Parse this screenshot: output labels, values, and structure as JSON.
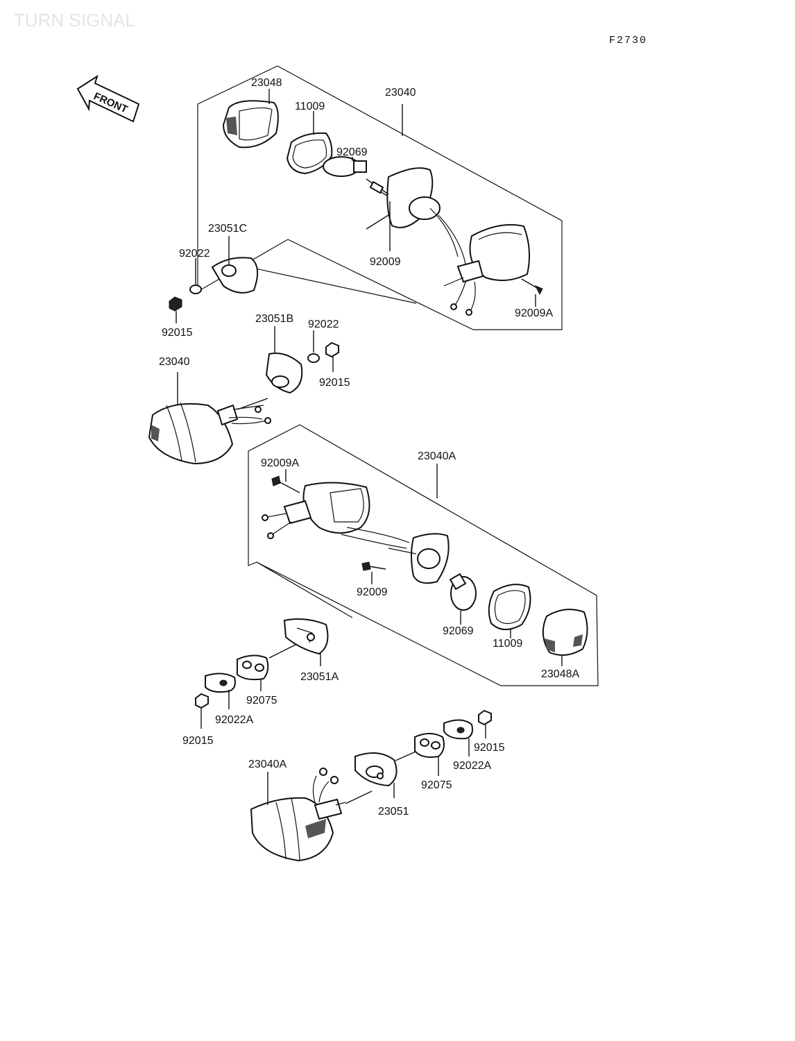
{
  "title": "TURN SIGNAL",
  "figure_code": "F2730",
  "front_arrow_label": "FRONT",
  "labels": {
    "p23048": "23048",
    "p11009_top": "11009",
    "p23040_top": "23040",
    "p92069_top": "92069",
    "p23051C": "23051C",
    "p92022_left": "92022",
    "p92009_top": "92009",
    "p92015_left": "92015",
    "p92009A_top": "92009A",
    "p23051B": "23051B",
    "p92022_mid": "92022",
    "p92015_mid": "92015",
    "p23040_left": "23040",
    "p92009A_mid": "92009A",
    "p23040A_box": "23040A",
    "p92009_mid": "92009",
    "p92069_mid": "92069",
    "p11009_mid": "11009",
    "p23048A": "23048A",
    "p23051A": "23051A",
    "p92075_left": "92075",
    "p92022A_left": "92022A",
    "p92015_low": "92015",
    "p23040A_bottom": "23040A",
    "p92015_right": "92015",
    "p92022A_right": "92022A",
    "p92075_right": "92075",
    "p23051": "23051"
  }
}
